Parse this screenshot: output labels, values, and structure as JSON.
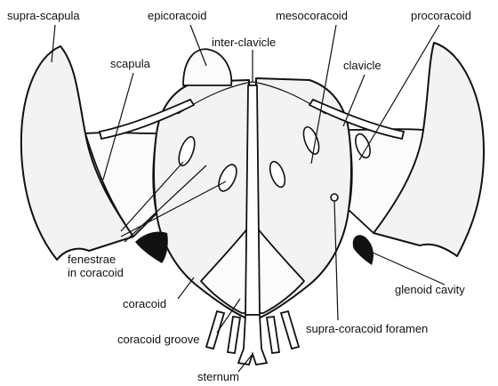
{
  "labels": {
    "supra_scapula": "supra-scapula",
    "epicoracoid": "epicoracoid",
    "mesocoracoid": "mesocoracoid",
    "procoracoid": "procoracoid",
    "inter_clavicle": "inter-clavicle",
    "scapula": "scapula",
    "clavicle": "clavicle",
    "fenestrae_line1": "fenestrae",
    "fenestrae_line2": "in coracoid",
    "glenoid_cavity": "glenoid cavity",
    "coracoid": "coracoid",
    "coracoid_groove": "coracoid groove",
    "supra_coracoid_foramen": "supra-coracoid foramen",
    "sternum": "sternum"
  }
}
